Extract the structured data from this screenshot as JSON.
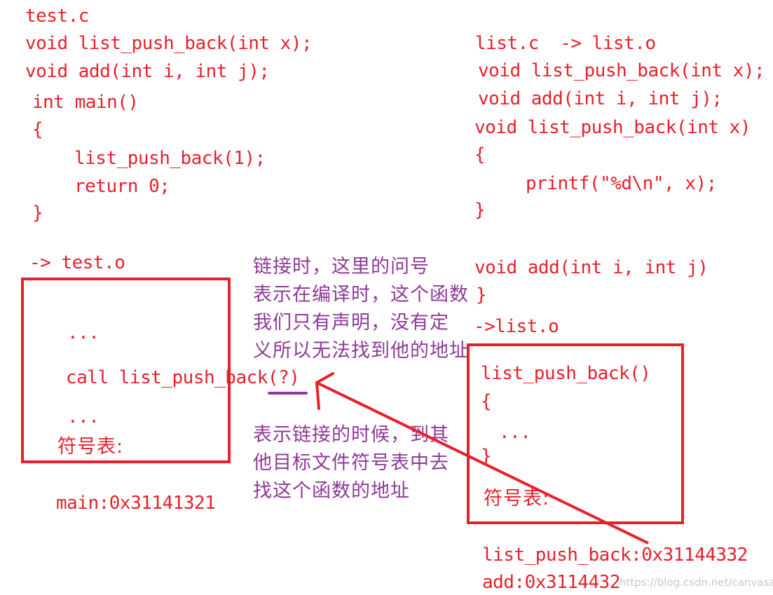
{
  "left_code": {
    "filename": "test.c",
    "decl1": "void list_push_back(int x);",
    "decl2": "void add(int i, int j);",
    "main_sig": "int main()",
    "open_brace": "{",
    "call": "list_push_back(1);",
    "ret": "return 0;",
    "close_brace": "}",
    "object_label": "-> test.o"
  },
  "left_box": {
    "dots_top": "...",
    "call_line": "call list_push_back(?)",
    "dots_bottom": "...",
    "symtab_label": "符号表:"
  },
  "left_symbol": "main:0x31141321",
  "right_code": {
    "header": "list.c  -> list.o",
    "decl1": "void list_push_back(int x);",
    "decl2": "void add(int i, int j);",
    "def_sig": "void list_push_back(int x)",
    "open_brace": "{",
    "printf": "printf(\"%d\\n\", x);",
    "close_brace": "}",
    "add_sig": "void add(int i, int j)",
    "add_close": "}",
    "object_label": "->list.o"
  },
  "right_box": {
    "func": "list_push_back()",
    "open_brace": "{",
    "dots": "...",
    "close_brace": "}",
    "symtab_label": "符号表:"
  },
  "right_symbols": {
    "sym1": "list_push_back:0x31144332",
    "sym2": "add:0x3114432"
  },
  "notes": {
    "note1": [
      "链接时，这里的问号",
      "表示在编译时，这个函数",
      "我们只有声明，没有定",
      "义所以无法找到他的地址"
    ],
    "note2": [
      "表示链接的时候，到其",
      "他目标文件符号表中去",
      "找这个函数的地址"
    ]
  },
  "watermark": "https://blog.csdn.net/canvasa",
  "colors": {
    "red": "#e8202a",
    "purple": "#8e3a96"
  }
}
